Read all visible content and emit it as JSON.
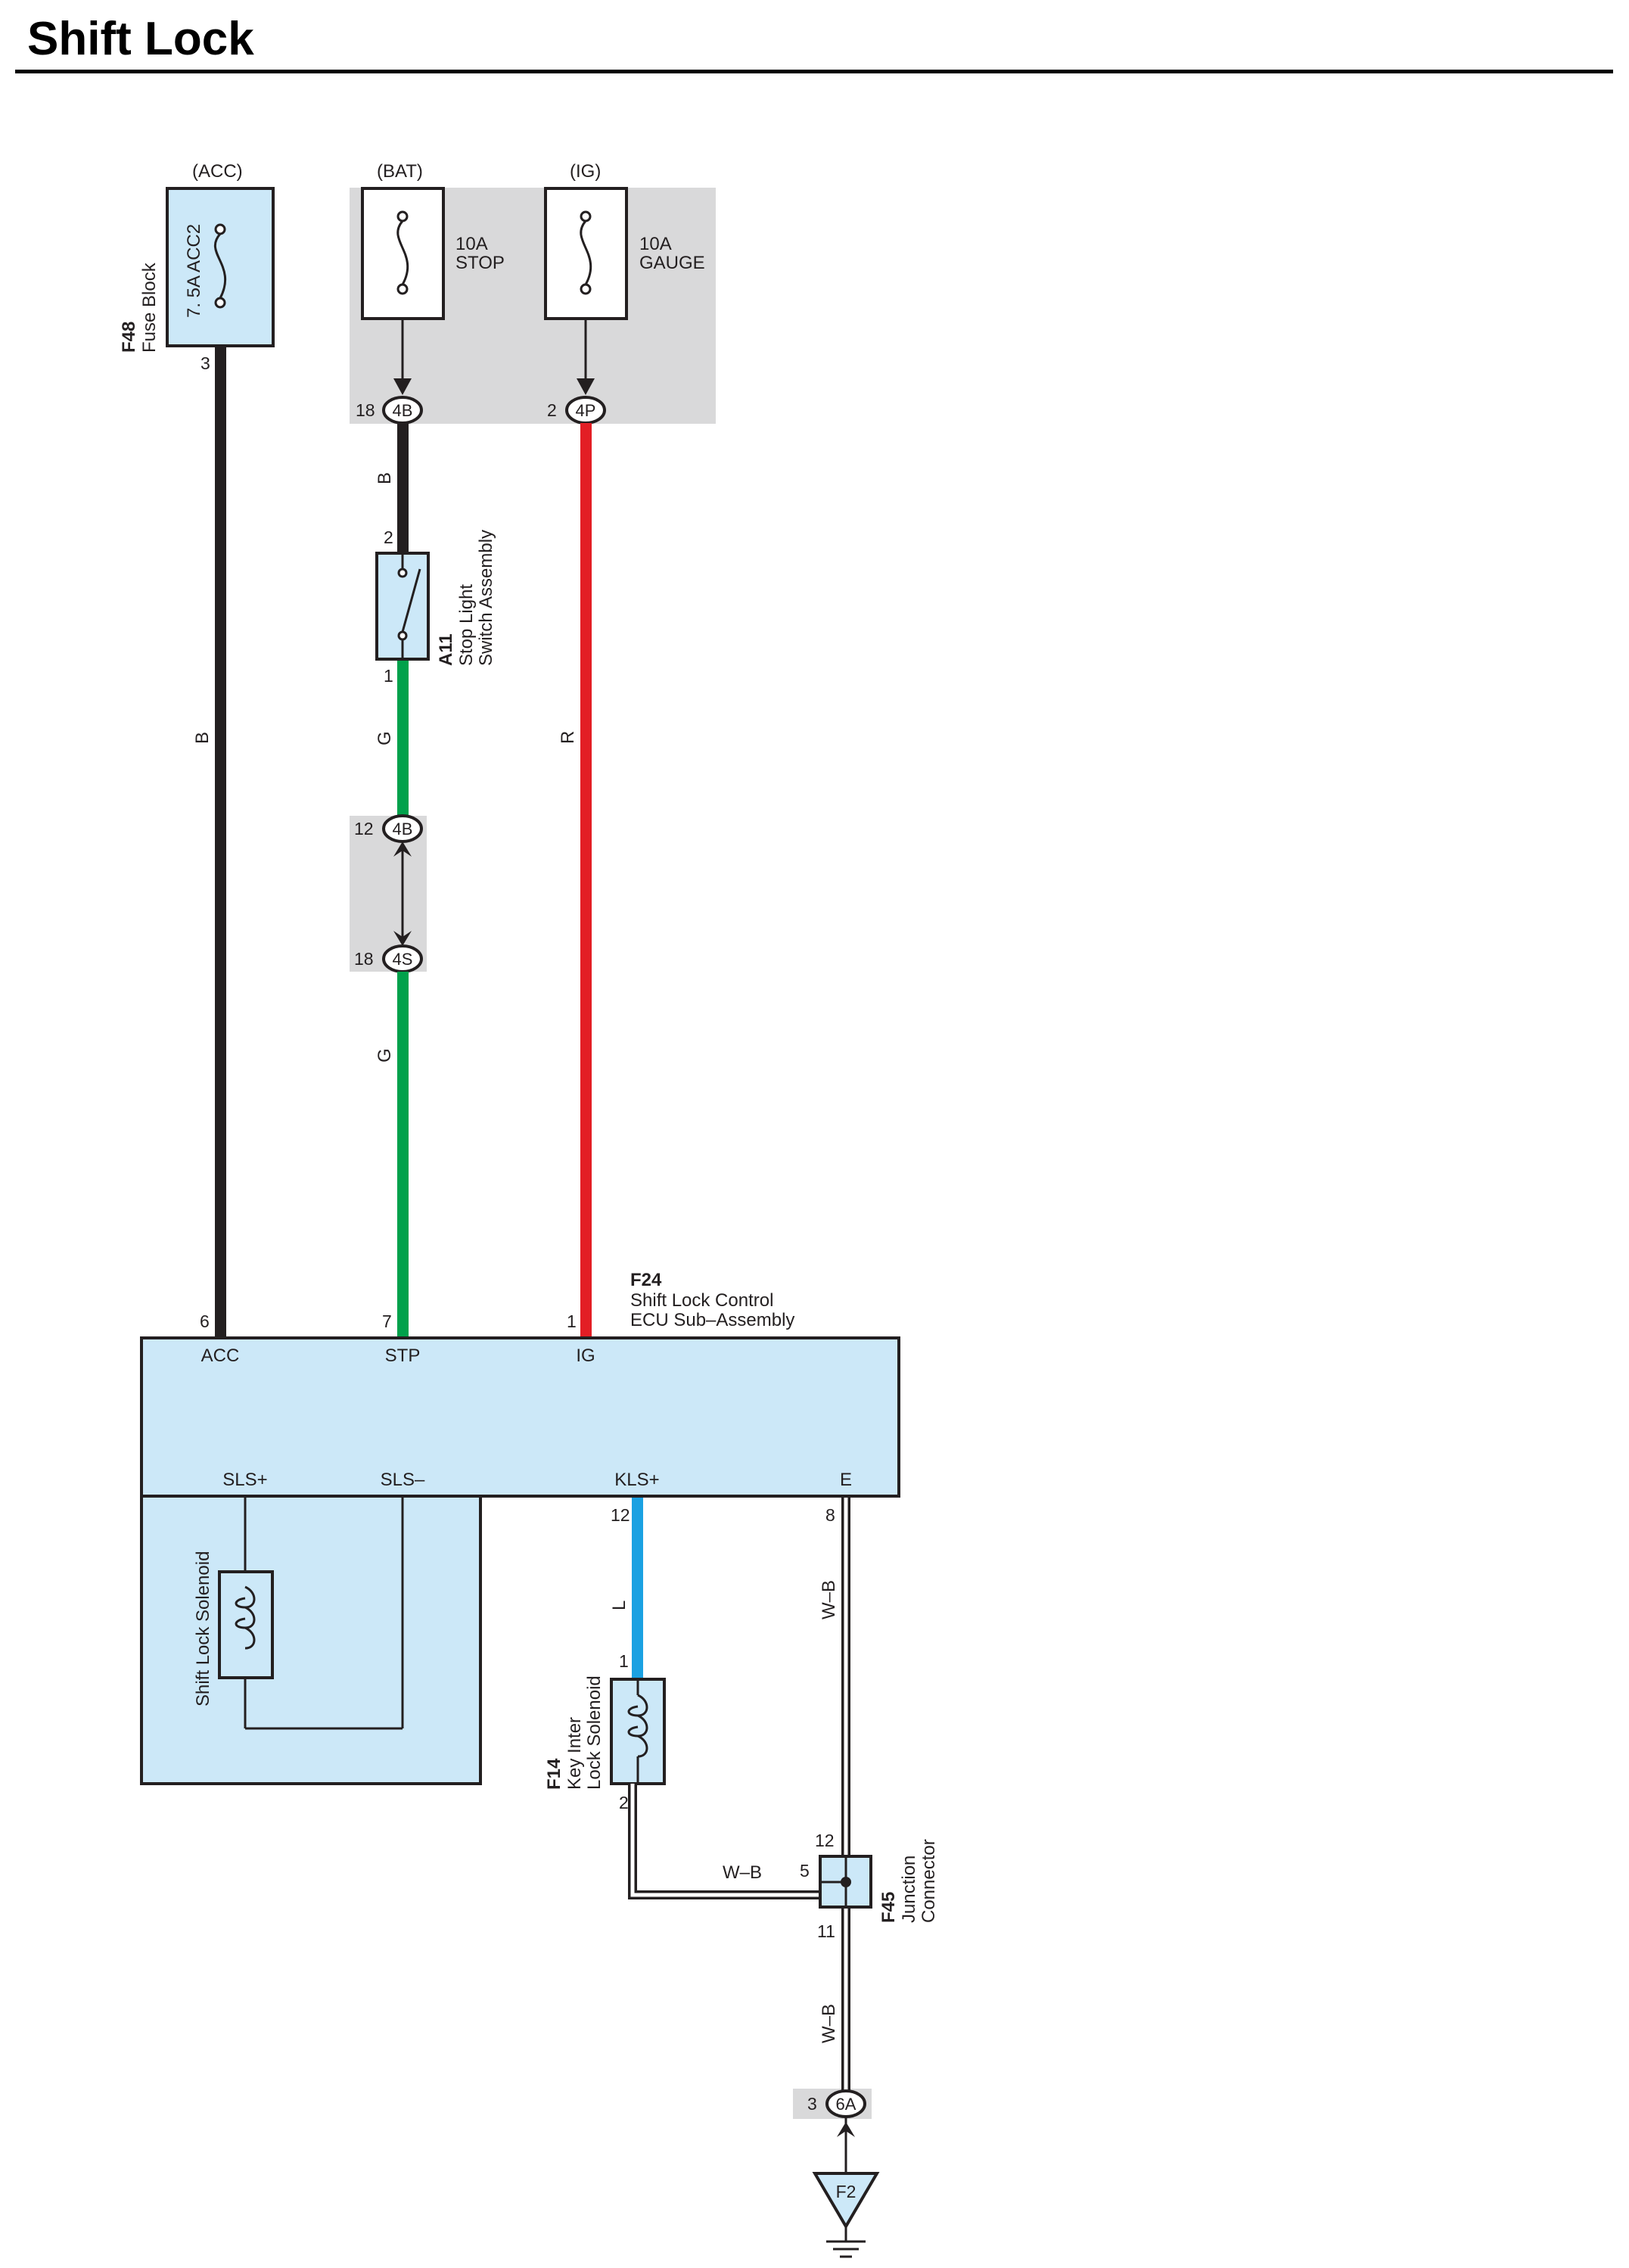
{
  "title": "Shift Lock",
  "colors": {
    "wire_black": "#231f20",
    "wire_red": "#e31e25",
    "wire_green": "#00a14b",
    "wire_blue": "#1ba1e2",
    "component_fill": "#cce8f8",
    "shaded_box": "#d9d9da"
  },
  "fuses": {
    "acc": {
      "source": "(ACC)",
      "rating": "7. 5A ACC2",
      "pin": "3",
      "id": "F48",
      "name": "Fuse Block"
    },
    "bat": {
      "source": "(BAT)",
      "rating": "10A",
      "name": "STOP",
      "pin": "18",
      "connector": "4B"
    },
    "ig": {
      "source": "(IG)",
      "rating": "10A",
      "name": "GAUGE",
      "pin": "2",
      "connector": "4P"
    }
  },
  "wires": {
    "acc_color": "B",
    "bat_upper_color": "B",
    "stop_lower_color": "G",
    "mid_color": "G",
    "ig_color": "R",
    "kls_color": "L",
    "e_color": "W–B",
    "f14_color": "W–B",
    "ground_color": "W–B"
  },
  "stop_switch": {
    "id": "A11",
    "line1": "Stop Light",
    "line2": "Switch Assembly",
    "pin_top": "2",
    "pin_bottom": "1"
  },
  "inline_connectors": {
    "upper": {
      "pin": "12",
      "label": "4B"
    },
    "lower": {
      "pin": "18",
      "label": "4S"
    }
  },
  "ecu": {
    "id": "F24",
    "line1": "Shift Lock Control",
    "line2": "ECU Sub–Assembly",
    "pins_top": {
      "acc": "6",
      "stp": "7",
      "ig": "1"
    },
    "terminals_top": {
      "acc": "ACC",
      "stp": "STP",
      "ig": "IG"
    },
    "terminals_bottom": {
      "sls_plus": "SLS+",
      "sls_minus": "SLS–",
      "kls_plus": "KLS+",
      "e": "E"
    },
    "pins_bottom": {
      "kls": "12",
      "e": "8"
    },
    "solenoid_label": "Shift Lock Solenoid"
  },
  "key_solenoid": {
    "id": "F14",
    "line1": "Key Inter",
    "line2": "Lock Solenoid",
    "pin_top": "1",
    "pin_bottom": "2"
  },
  "junction": {
    "id": "F45",
    "line1": "Junction",
    "line2": "Connector",
    "pin_top": "12",
    "pin_left": "5",
    "pin_bottom": "11"
  },
  "ground": {
    "pin": "3",
    "connector": "6A",
    "label": "F2"
  }
}
